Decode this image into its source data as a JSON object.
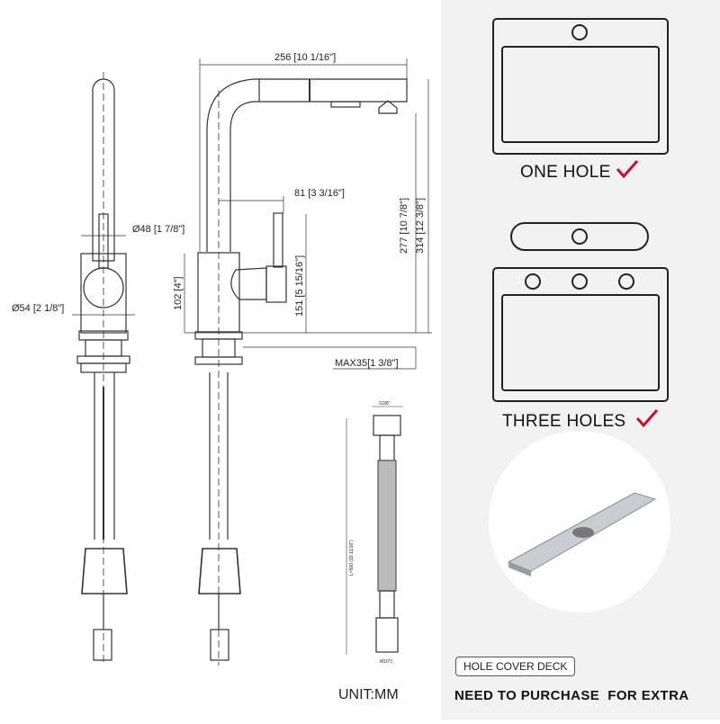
{
  "dimensions": {
    "width": "256 [10 1/16\"]",
    "spout_reach": "81 [3 3/16\"]",
    "spout_height": "277 [10 7/8\"]",
    "total_height": "314 [12 3/8\"]",
    "handle_height": "151 [5 15/16\"]",
    "base_height": "102 [4\"]",
    "body_diameter": "Ø48 [1 7/8\"]",
    "base_diameter": "Ø54 [2 1/8\"]",
    "deck_thickness": "MAX35[1 3/8\"]"
  },
  "hose": {
    "top_thread": "G3/8\"",
    "length": "L=500 (19 11/16\")",
    "bottom_thread": "M10*1"
  },
  "unit": "UNIT:MM",
  "options": {
    "one_hole": "ONE HOLE",
    "three_holes": "THREE HOLES",
    "check_color": "#c8102e"
  },
  "accessory": {
    "badge": "HOLE COVER DECK",
    "note": "NEED TO PURCHASE  FOR EXTRA"
  }
}
